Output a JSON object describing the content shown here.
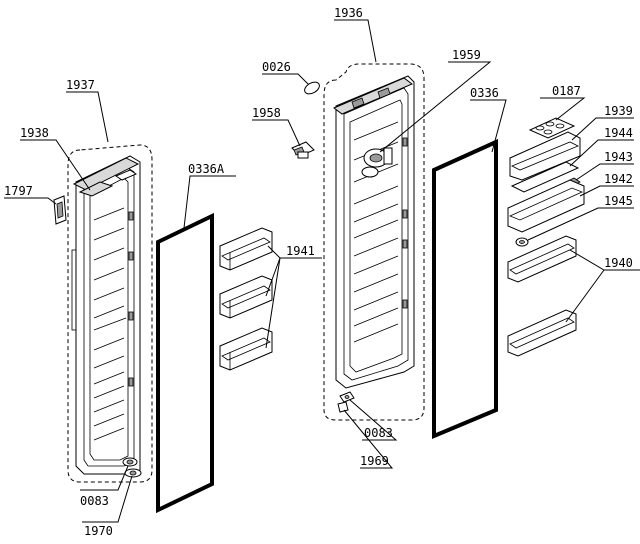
{
  "labels": {
    "l1936": "1936",
    "l1937": "1937",
    "l1938": "1938",
    "l1797": "1797",
    "l0336A": "0336A",
    "l0026": "0026",
    "l1958": "1958",
    "l1959": "1959",
    "l0336": "0336",
    "l0187": "0187",
    "l1939": "1939",
    "l1944": "1944",
    "l1943": "1943",
    "l1942": "1942",
    "l1945": "1945",
    "l1941": "1941",
    "l1940": "1940",
    "l0083a": "0083",
    "l1970": "1970",
    "l0083b": "0083",
    "l1969": "1969"
  }
}
